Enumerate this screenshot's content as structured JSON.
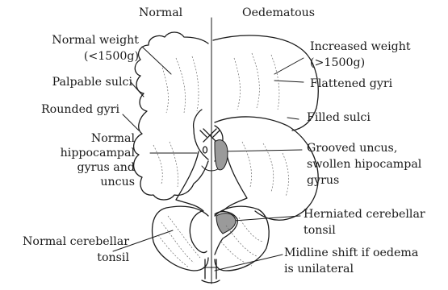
{
  "headings": {
    "left": "Normal",
    "right": "Oedematous"
  },
  "left_labels": {
    "normal_weight_1": "Normal weight",
    "normal_weight_2": "(<1500g)",
    "palpable_sulci": "Palpable sulci",
    "rounded_gyri": "Rounded gyri",
    "hippocampal_1": "Normal",
    "hippocampal_2": "hippocampal",
    "hippocampal_3": "gyrus and",
    "hippocampal_4": "uncus",
    "cerebellar_1": "Normal cerebellar",
    "cerebellar_2": "tonsil"
  },
  "right_labels": {
    "increased_weight_1": "Increased weight",
    "increased_weight_2": "(>1500g)",
    "flattened_gyri": "Flattened gyri",
    "filled_sulci": "Filled sulci",
    "grooved_1": "Grooved uncus,",
    "grooved_2": "swollen hipocampal",
    "grooved_3": "gyrus",
    "herniated_1": "Herniated cerebellar",
    "herniated_2": "tonsil",
    "midline_1": "Midline shift if oedema",
    "midline_2": "is unilateral"
  },
  "colors": {
    "ink": "#1a1a1a",
    "shade": "#9a9a9a"
  }
}
